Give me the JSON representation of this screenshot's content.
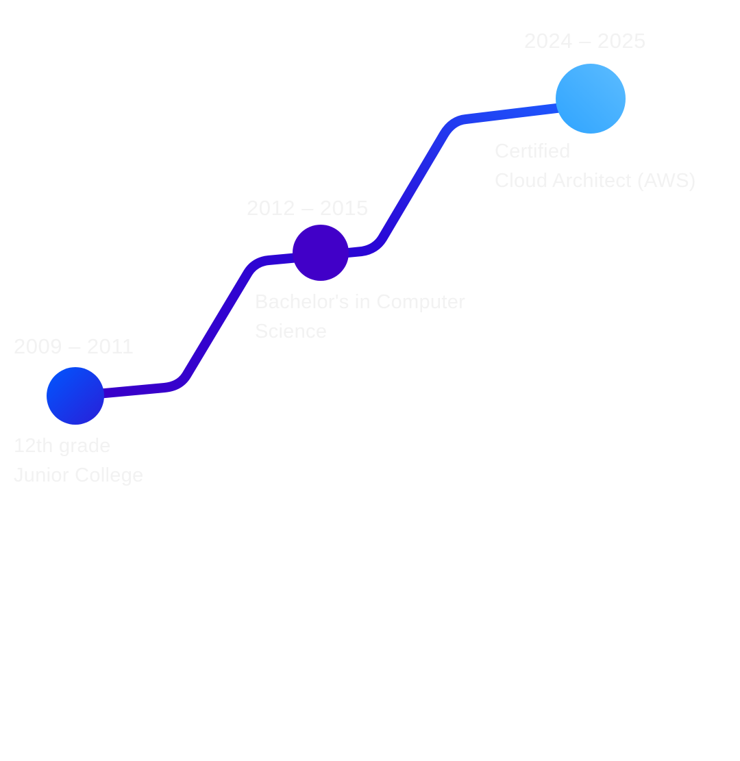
{
  "timeline": {
    "milestones": [
      {
        "year": "2009 – 2011",
        "title_lines": [
          "12th grade",
          "Junior College"
        ]
      },
      {
        "year": "2012 – 2015",
        "title_lines": [
          "Bachelor's in Computer",
          "Science"
        ]
      },
      {
        "year": "2024 – 2025",
        "title_lines": [
          "Certified",
          "Cloud Architect (AWS)"
        ]
      }
    ],
    "colors": {
      "node_1_start": "#0057ff",
      "node_1_end": "#2a1ed8",
      "node_2": "#4100c8",
      "node_3_start": "#5cbcff",
      "node_3_end": "#2fa4ff",
      "path_start": "#3a00c9",
      "path_end": "#1d5bff",
      "label_text": "#f2f2f2"
    }
  }
}
